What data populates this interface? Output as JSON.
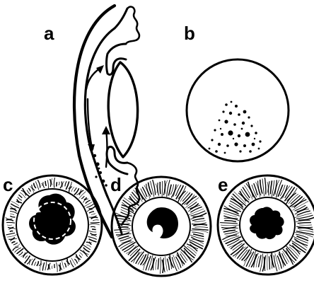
{
  "panels": [
    {
      "label": "a",
      "ink": "#000000"
    },
    {
      "label": "b",
      "ink": "#000000"
    },
    {
      "label": "c",
      "ink": "#000000"
    },
    {
      "label": "d",
      "ink": "#000000"
    },
    {
      "label": "e",
      "ink": "#000000"
    }
  ],
  "background": "#ffffff"
}
